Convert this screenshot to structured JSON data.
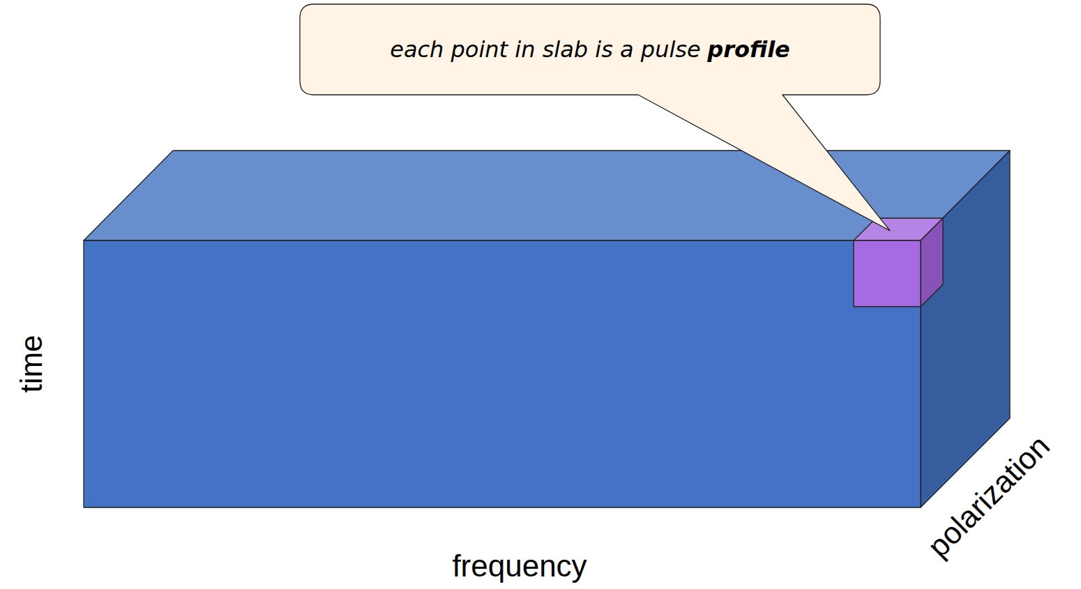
{
  "diagram": {
    "nodes": [
      {
        "text": [
          "each point in slab is a pulse",
          "profile"
        ]
      }
    ],
    "labels": [
      "time",
      "frequency",
      "polarization"
    ]
  }
}
